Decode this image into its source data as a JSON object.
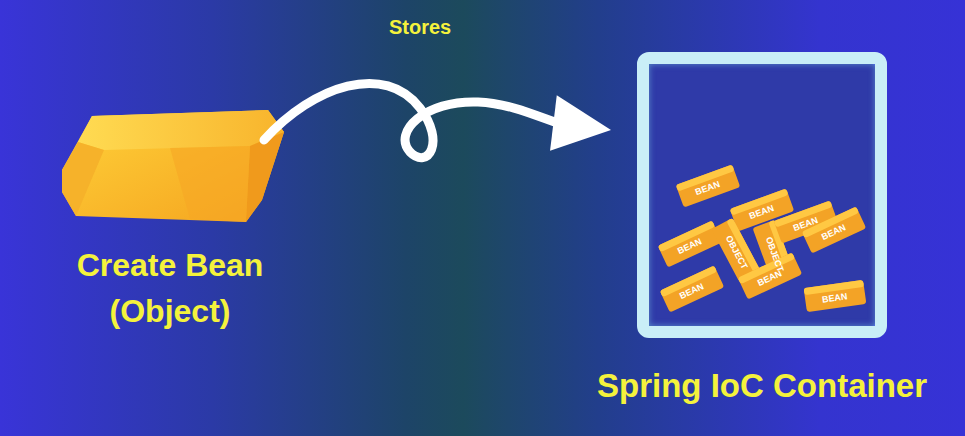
{
  "diagram": {
    "nodes": [
      {
        "text": [
          "Create Bean (Object)"
        ]
      },
      {
        "text": [
          "Spring IoC Container"
        ]
      }
    ],
    "edges": [
      {
        "from": 0,
        "to": 1,
        "arrow": "to",
        "label": "Stores"
      }
    ],
    "labels": [
      "BEAN",
      "BEAN",
      "BEAN",
      "OBJECT",
      "OBJECT",
      "BEAN",
      "BEAN",
      "BEAN",
      "BEAN",
      "BEAN"
    ]
  }
}
